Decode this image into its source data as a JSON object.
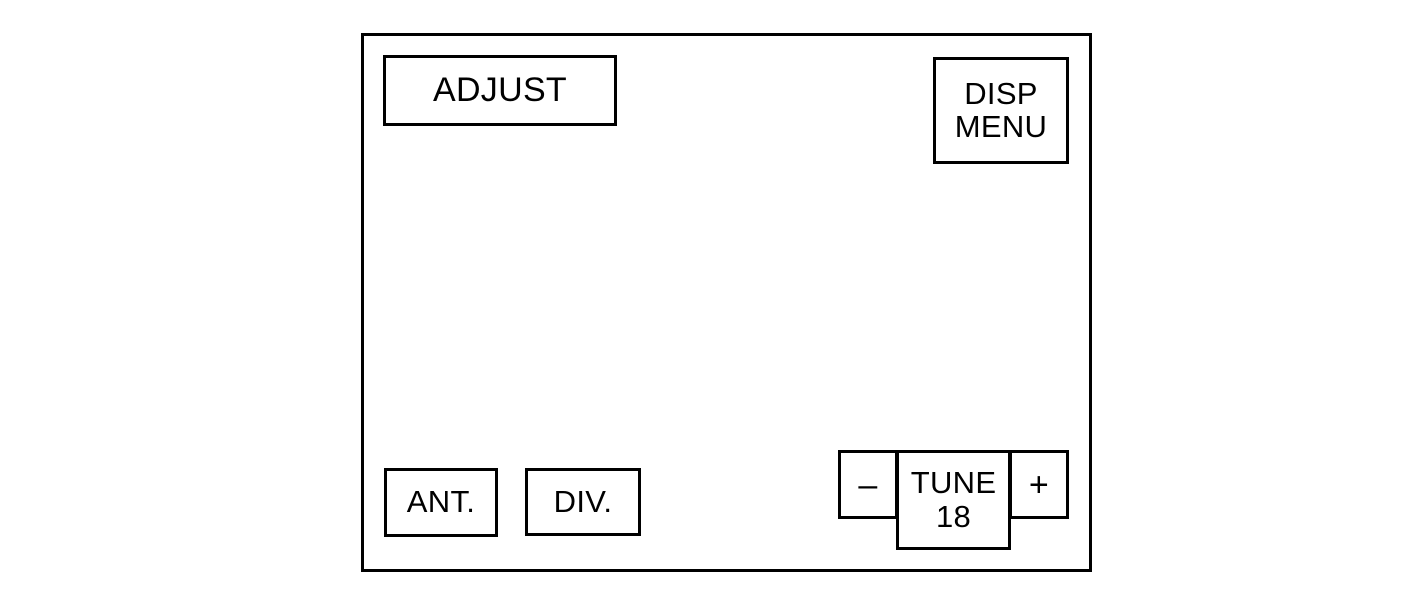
{
  "panel": {
    "name": "radio-control-panel",
    "background_color": "#ffffff",
    "border_color": "#000000",
    "buttons": {
      "adjust": {
        "label": "ADJUST"
      },
      "disp_menu": {
        "line1": "DISP",
        "line2": "MENU"
      },
      "ant": {
        "label": "ANT."
      },
      "div": {
        "label": "DIV."
      },
      "tune": {
        "label": "TUNE",
        "value": "18",
        "decrement_label": "–",
        "increment_label": "+"
      }
    }
  }
}
